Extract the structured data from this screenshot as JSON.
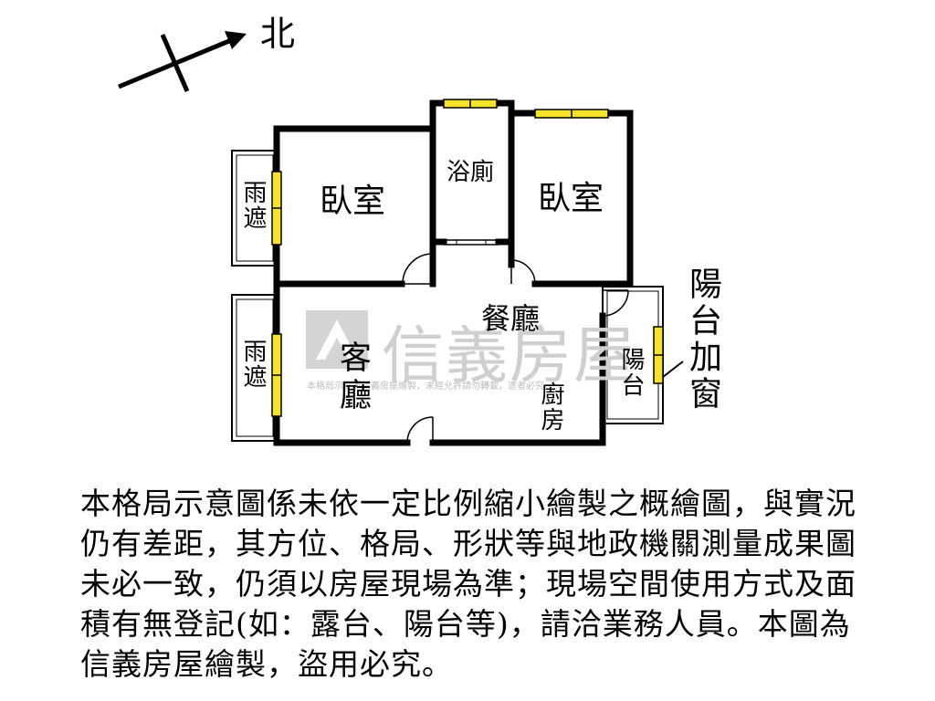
{
  "compass": {
    "label": "北"
  },
  "rooms": {
    "bedroom_left": "臥室",
    "bathroom": "浴廁",
    "bedroom_right": "臥室",
    "rain_shelter_top": "雨遮",
    "rain_shelter_bottom": "雨遮",
    "dining_room": "餐廳",
    "living_room": "客廳",
    "kitchen": "廚房",
    "balcony": "陽台",
    "balcony_window_note": "陽台加窗"
  },
  "watermark": {
    "brand": "信義房屋",
    "small_text": "本格局示意圖信義房屋繪製，未經允許請勿轉載，違者必究"
  },
  "disclaimer": "本格局示意圖係未依一定比例縮小繪製之概繪圖，與實況仍有差距，其方位、格局、形狀等與地政機關測量成果圖未必一致，仍須以房屋現場為準；現場空間使用方式及面積有無登記(如：露台、陽台等)，請洽業務人員。本圖為信義房屋繪製，盜用必究。",
  "colors": {
    "wall": "#000000",
    "window": "#f5e22a",
    "watermark": "#d0d0d0"
  }
}
